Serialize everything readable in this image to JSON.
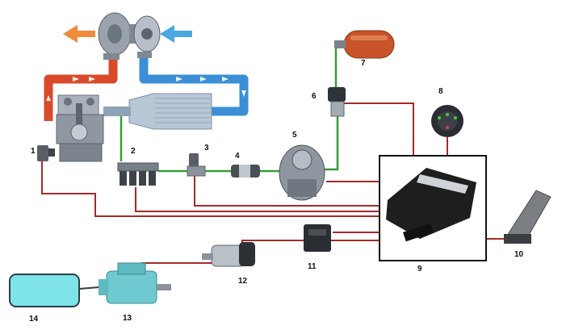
{
  "labels": {
    "n1": "1",
    "n2": "2",
    "n3": "3",
    "n4": "4",
    "n5": "5",
    "n6": "6",
    "n7": "7",
    "n8": "8",
    "n9": "9",
    "n10": "10",
    "n11": "11",
    "n12": "12",
    "n13": "13",
    "n14": "14"
  },
  "colors": {
    "wire": "#a52a2a",
    "gas_line": "#3a9a3a",
    "hot_pipe": "#d94a2a",
    "cold_pipe": "#3a8fd6",
    "intercooler": "#b8c7d6",
    "ecu_body": "#1e1e1e",
    "tank_14": "#7fe3ea",
    "cylinder_7": "#c9542a"
  },
  "icons": {
    "exhaust_arrow": "arrow-left-orange",
    "intake_arrow": "arrow-left-blue",
    "turbo": "turbocharger",
    "engine": "engine-cylinder",
    "sensor": "map-sensor",
    "injectors": "injector-rail",
    "filter_3": "pressure-sensor",
    "filter_4": "gas-filter",
    "reducer": "pressure-reducer",
    "valve": "solenoid-valve",
    "cylinder": "gas-cylinder",
    "switch": "fuel-switch",
    "ecu": "ecu-controller",
    "pedal": "accelerator-pedal",
    "module": "emulator-module",
    "actuator": "fuel-pump-actuator",
    "pump": "injection-pump",
    "tank": "fuel-tank"
  }
}
